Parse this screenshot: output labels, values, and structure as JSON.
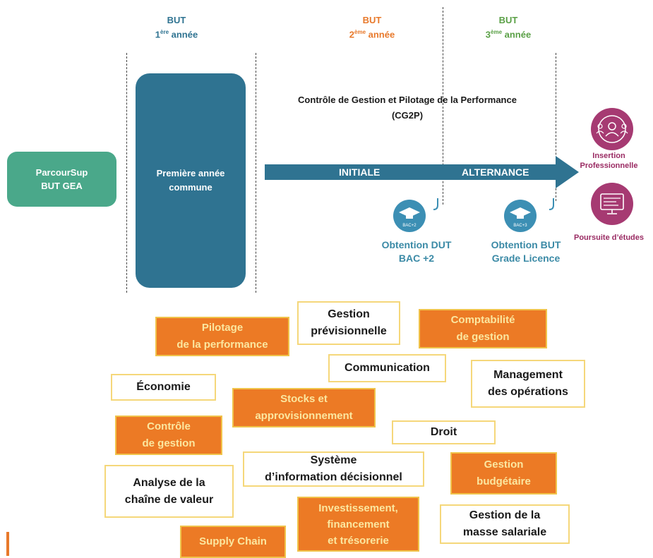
{
  "years": [
    {
      "label": "BUT",
      "num": "1",
      "sup": "ère",
      "word": "année",
      "color": "#2f7391"
    },
    {
      "label": "BUT",
      "num": "2",
      "sup": "ème",
      "word": "année",
      "color": "#e8792b"
    },
    {
      "label": "BUT",
      "num": "3",
      "sup": "ème",
      "word": "année",
      "color": "#5aa046"
    }
  ],
  "parcoursup": {
    "line1": "ParcourSup",
    "line2": "BUT GEA"
  },
  "first_year": {
    "line1": "Première année",
    "line2": "commune"
  },
  "track": {
    "title": "Contrôle de Gestion et Pilotage de la Performance",
    "abbr": "(CG2P)"
  },
  "arrow": {
    "initiale": "INITIALE",
    "alternance": "ALTERNANCE",
    "color": "#2f7391"
  },
  "badges": [
    {
      "icon_text": "BAC+2",
      "line1": "Obtention DUT",
      "line2": "BAC +2"
    },
    {
      "icon_text": "BAC+3",
      "line1": "Obtention BUT",
      "line2": "Grade Licence"
    }
  ],
  "outcomes": [
    {
      "icon": "people-icon",
      "line1": "Insertion",
      "line2": "Professionnelle"
    },
    {
      "icon": "monitor-icon",
      "line1": "Poursuite d’études",
      "line2": ""
    }
  ],
  "keywords": [
    {
      "text": "Gestion\nprévisionnelle",
      "style": "w"
    },
    {
      "text": "Pilotage\nde la performance",
      "style": "o"
    },
    {
      "text": "Comptabilité\nde gestion",
      "style": "o"
    },
    {
      "text": "Communication",
      "style": "w"
    },
    {
      "text": "Management\ndes opérations",
      "style": "w"
    },
    {
      "text": "Économie",
      "style": "w"
    },
    {
      "text": "Stocks et\napprovisionnement",
      "style": "o"
    },
    {
      "text": "Droit",
      "style": "w"
    },
    {
      "text": "Contrôle\nde gestion",
      "style": "o"
    },
    {
      "text": "Système\nd’information décisionnel",
      "style": "w"
    },
    {
      "text": "Gestion\nbudgétaire",
      "style": "o"
    },
    {
      "text": "Analyse de la\nchaîne de valeur",
      "style": "w"
    },
    {
      "text": "Investissement,\nfinancement\net trésorerie",
      "style": "o"
    },
    {
      "text": "Gestion de la\nmasse salariale",
      "style": "w"
    },
    {
      "text": "Supply Chain",
      "style": "o"
    }
  ]
}
